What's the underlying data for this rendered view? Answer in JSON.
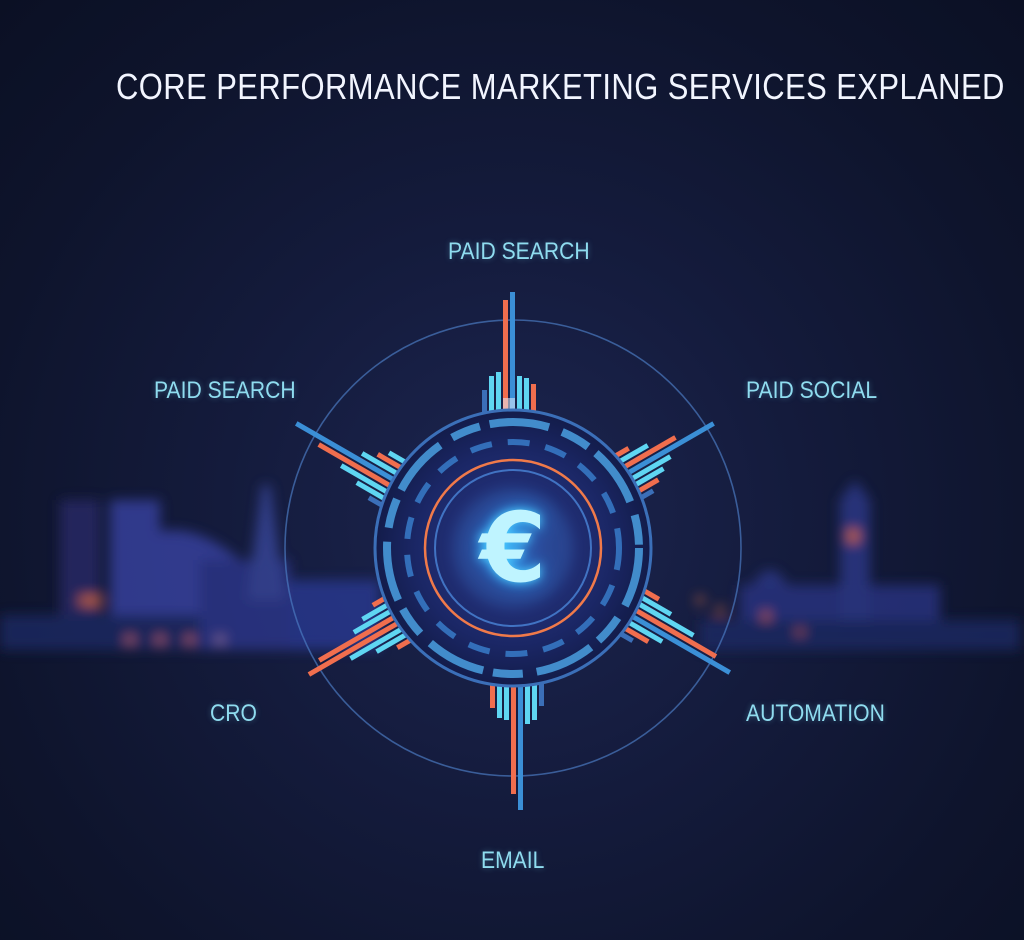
{
  "title": "CORE PERFORMANCE MARKETING SERVICES EXPLANED",
  "center_symbol": "€",
  "center_icon": "euro-icon",
  "services": [
    {
      "label": "PAID SEARCH",
      "position": "top"
    },
    {
      "label": "PAID SEARCH",
      "position": "upper-left"
    },
    {
      "label": "PAID SOCIAL",
      "position": "upper-right"
    },
    {
      "label": "CRO",
      "position": "lower-left"
    },
    {
      "label": "AUTOMATION",
      "position": "lower-right"
    },
    {
      "label": "EMAIL",
      "position": "bottom"
    }
  ],
  "background": {
    "left_skyline": [
      "colosseum",
      "eiffel-tower"
    ],
    "right_skyline": [
      "big-ben",
      "parliament"
    ]
  },
  "colors": {
    "background": "#121a3a",
    "title": "#f2f5ff",
    "label": "#8fdcef",
    "accent_cyan": "#5fd6f2",
    "accent_blue": "#3b8fd6",
    "accent_orange": "#f06e4e"
  }
}
